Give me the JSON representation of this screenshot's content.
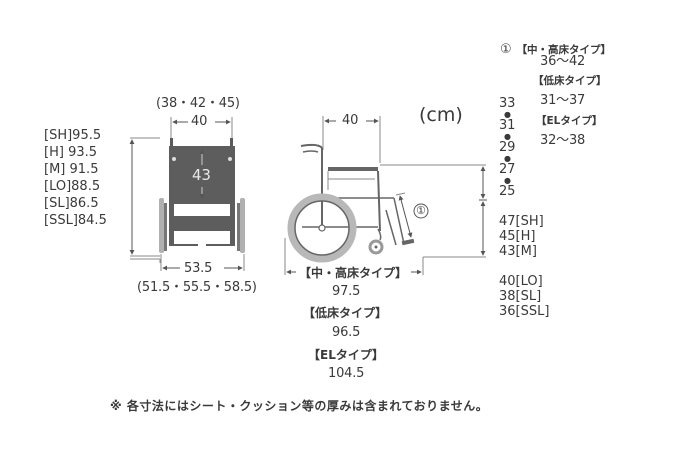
{
  "unit_label": "(cm)",
  "front_view": {
    "seat_width_options": "(38・42・45)",
    "seat_width": "40",
    "backrest_height": "43",
    "overall_width": "53.5",
    "overall_width_options": "(51.5・55.5・58.5)",
    "overall_heights": [
      {
        "type": "[SH]",
        "value": "95.5"
      },
      {
        "type": "[H]",
        "value": "93.5"
      },
      {
        "type": "[M]",
        "value": "91.5"
      },
      {
        "type": "[LO]",
        "value": "88.5"
      },
      {
        "type": "[SL]",
        "value": "86.5"
      },
      {
        "type": "[SSL]",
        "value": "84.5"
      }
    ]
  },
  "side_view": {
    "seat_depth": "40",
    "marker": "①",
    "overall_lengths": [
      {
        "type": "【中・高床タイプ】",
        "value": "97.5"
      },
      {
        "type": "【低床タイプ】",
        "value": "96.5"
      },
      {
        "type": "【ELタイプ】",
        "value": "104.5"
      }
    ],
    "armrest_heights": [
      "33",
      "31",
      "29",
      "27",
      "25"
    ],
    "seat_heights": [
      {
        "value": "47",
        "type": "[SH]"
      },
      {
        "value": "45",
        "type": "[H]"
      },
      {
        "value": "43",
        "type": "[M]"
      },
      {
        "value": "40",
        "type": "[LO]"
      },
      {
        "value": "38",
        "type": "[SL]"
      },
      {
        "value": "36",
        "type": "[SSL]"
      }
    ]
  },
  "legend": {
    "marker": "①",
    "entries": [
      {
        "type": "【中・高床タイプ】",
        "range": "36～42"
      },
      {
        "type": "【低床タイプ】",
        "range": "31～37"
      },
      {
        "type": "【ELタイプ】",
        "range": "32～38"
      }
    ]
  },
  "footnote": "※ 各寸法にはシート・クッション等の厚みは含まれておりません。",
  "colors": {
    "text": "#3a3a3a",
    "frame_dark": "#5a5a5a",
    "wheel_gray": "#a8a8a8",
    "line": "#7a7a7a"
  }
}
